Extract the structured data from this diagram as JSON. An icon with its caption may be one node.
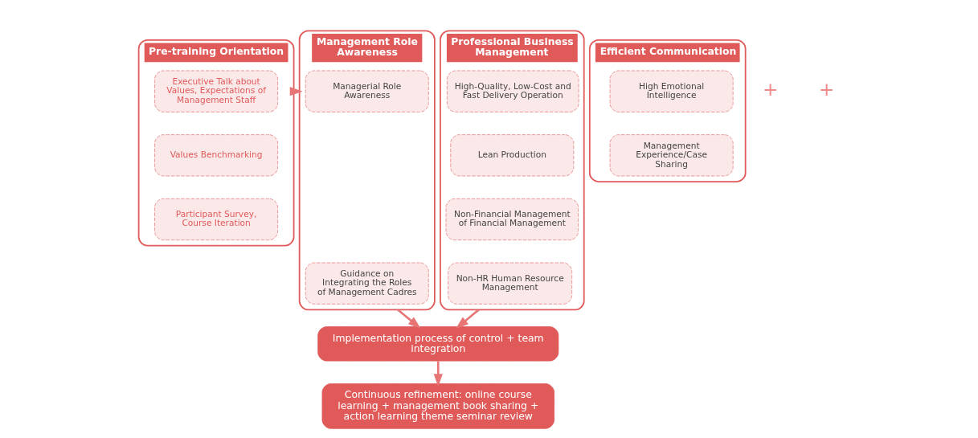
{
  "diagram": {
    "nodes": [
      {
        "text": [
          "Pre-training Orientation"
        ]
      },
      {
        "text": [
          "Executive Talk about Values, Expectations of Management Staff"
        ],
        "in": 0
      },
      {
        "text": [
          "Values Benchmarking"
        ],
        "in": 0
      },
      {
        "text": [
          "Participant Survey, Course Iteration"
        ],
        "in": 0
      },
      {
        "text": [
          "Management Role Awareness"
        ]
      },
      {
        "text": [
          "Managerial Role Awareness"
        ],
        "in": 4
      },
      {
        "text": [
          "Guidance on Integrating the Roles of Management Cadres"
        ],
        "in": 4
      },
      {
        "text": [
          "Efficient Communication"
        ]
      },
      {
        "text": [
          "High Emotional Intelligence"
        ],
        "in": 7
      },
      {
        "text": [
          "Management Experience/Case Sharing"
        ],
        "in": 7
      },
      {
        "text": [
          "Professional Business Management"
        ]
      },
      {
        "text": [
          "High-Quality, Low-Cost and Fast Delivery Operation"
        ],
        "in": 10
      },
      {
        "text": [
          "Lean Production"
        ],
        "in": 10
      },
      {
        "text": [
          "Non-Financial Management of Financial Management"
        ],
        "in": 10
      },
      {
        "text": [
          "Non-HR Human Resource Management"
        ],
        "in": 10
      },
      {
        "text": [
          "Implementation process of control + team integration"
        ]
      },
      {
        "text": [
          "Continuous refinement: online course learning + management book sharing + action learning theme seminar review"
        ]
      }
    ],
    "edges": [
      {
        "from": 0,
        "to": 4,
        "arrow": "to"
      },
      {
        "from": 4,
        "to": 15,
        "arrow": "to"
      },
      {
        "from": 10,
        "to": 15,
        "arrow": "to"
      },
      {
        "from": 15,
        "to": 16,
        "arrow": "to"
      }
    ],
    "labels": [
      "+",
      "+"
    ]
  }
}
